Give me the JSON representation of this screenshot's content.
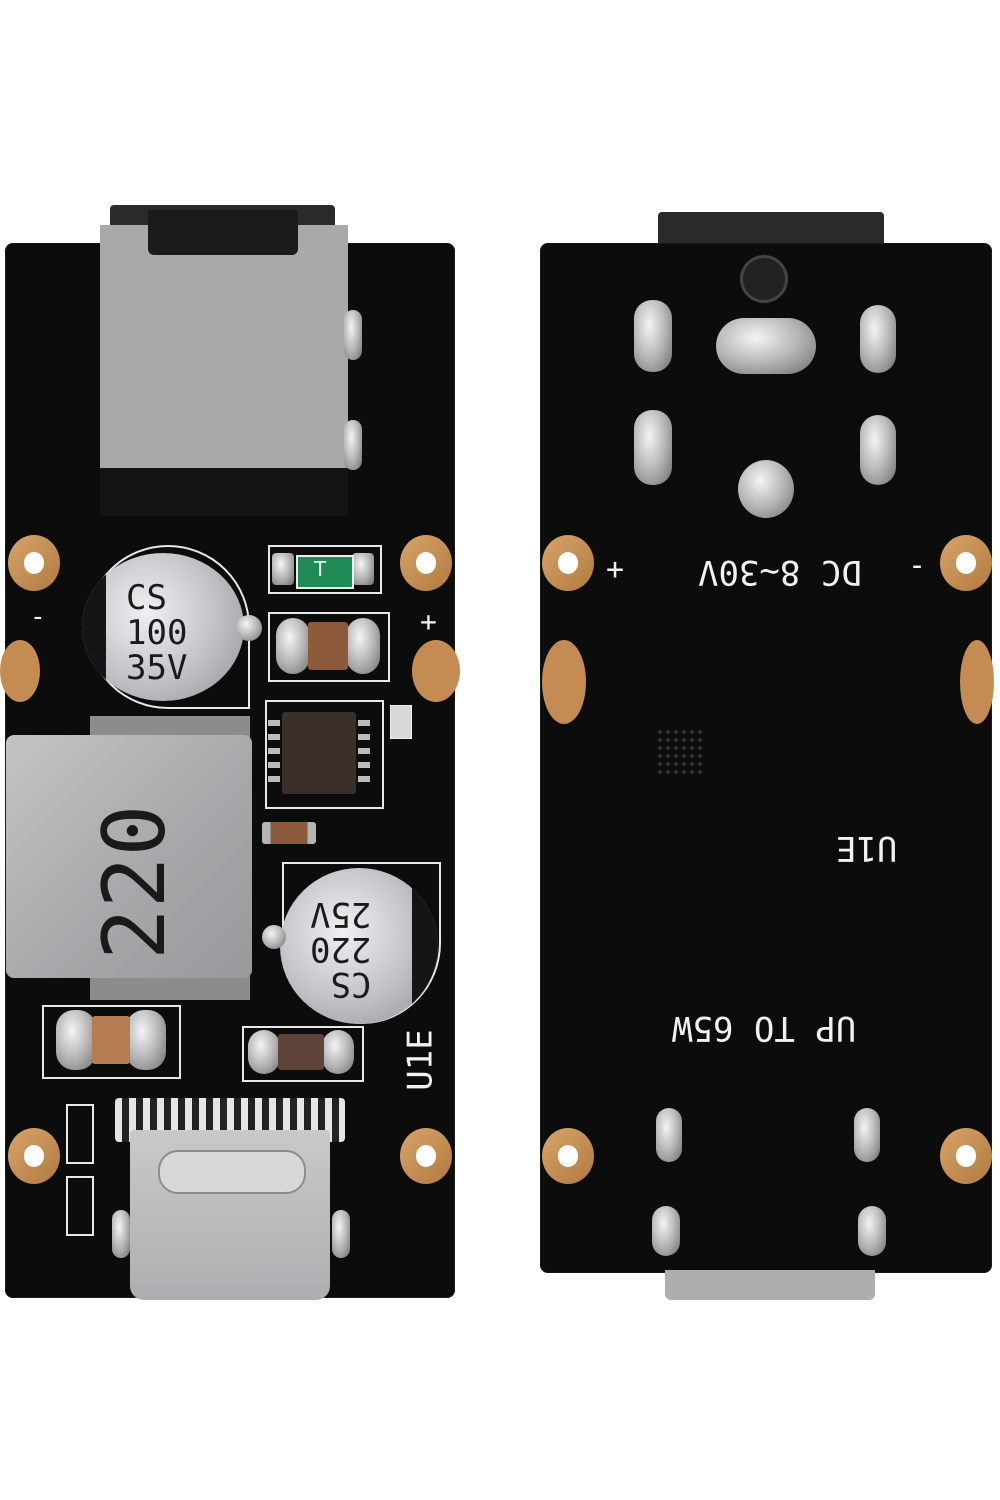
{
  "front_board": {
    "cap1_line1": "CS",
    "cap1_line2": "100",
    "cap1_line3": "35V",
    "inductor": "220",
    "cap2_line1": "CS",
    "cap2_line2": "220",
    "cap2_line3": "25V",
    "label_minus": "-",
    "label_plus": "+",
    "fuse_mark": "T",
    "board_id": "U1E"
  },
  "back_board": {
    "label_plus": "+",
    "label_minus": "-",
    "dc_input": "DC 8~30V",
    "board_id": "U1E",
    "power": "UP TO 65W"
  }
}
